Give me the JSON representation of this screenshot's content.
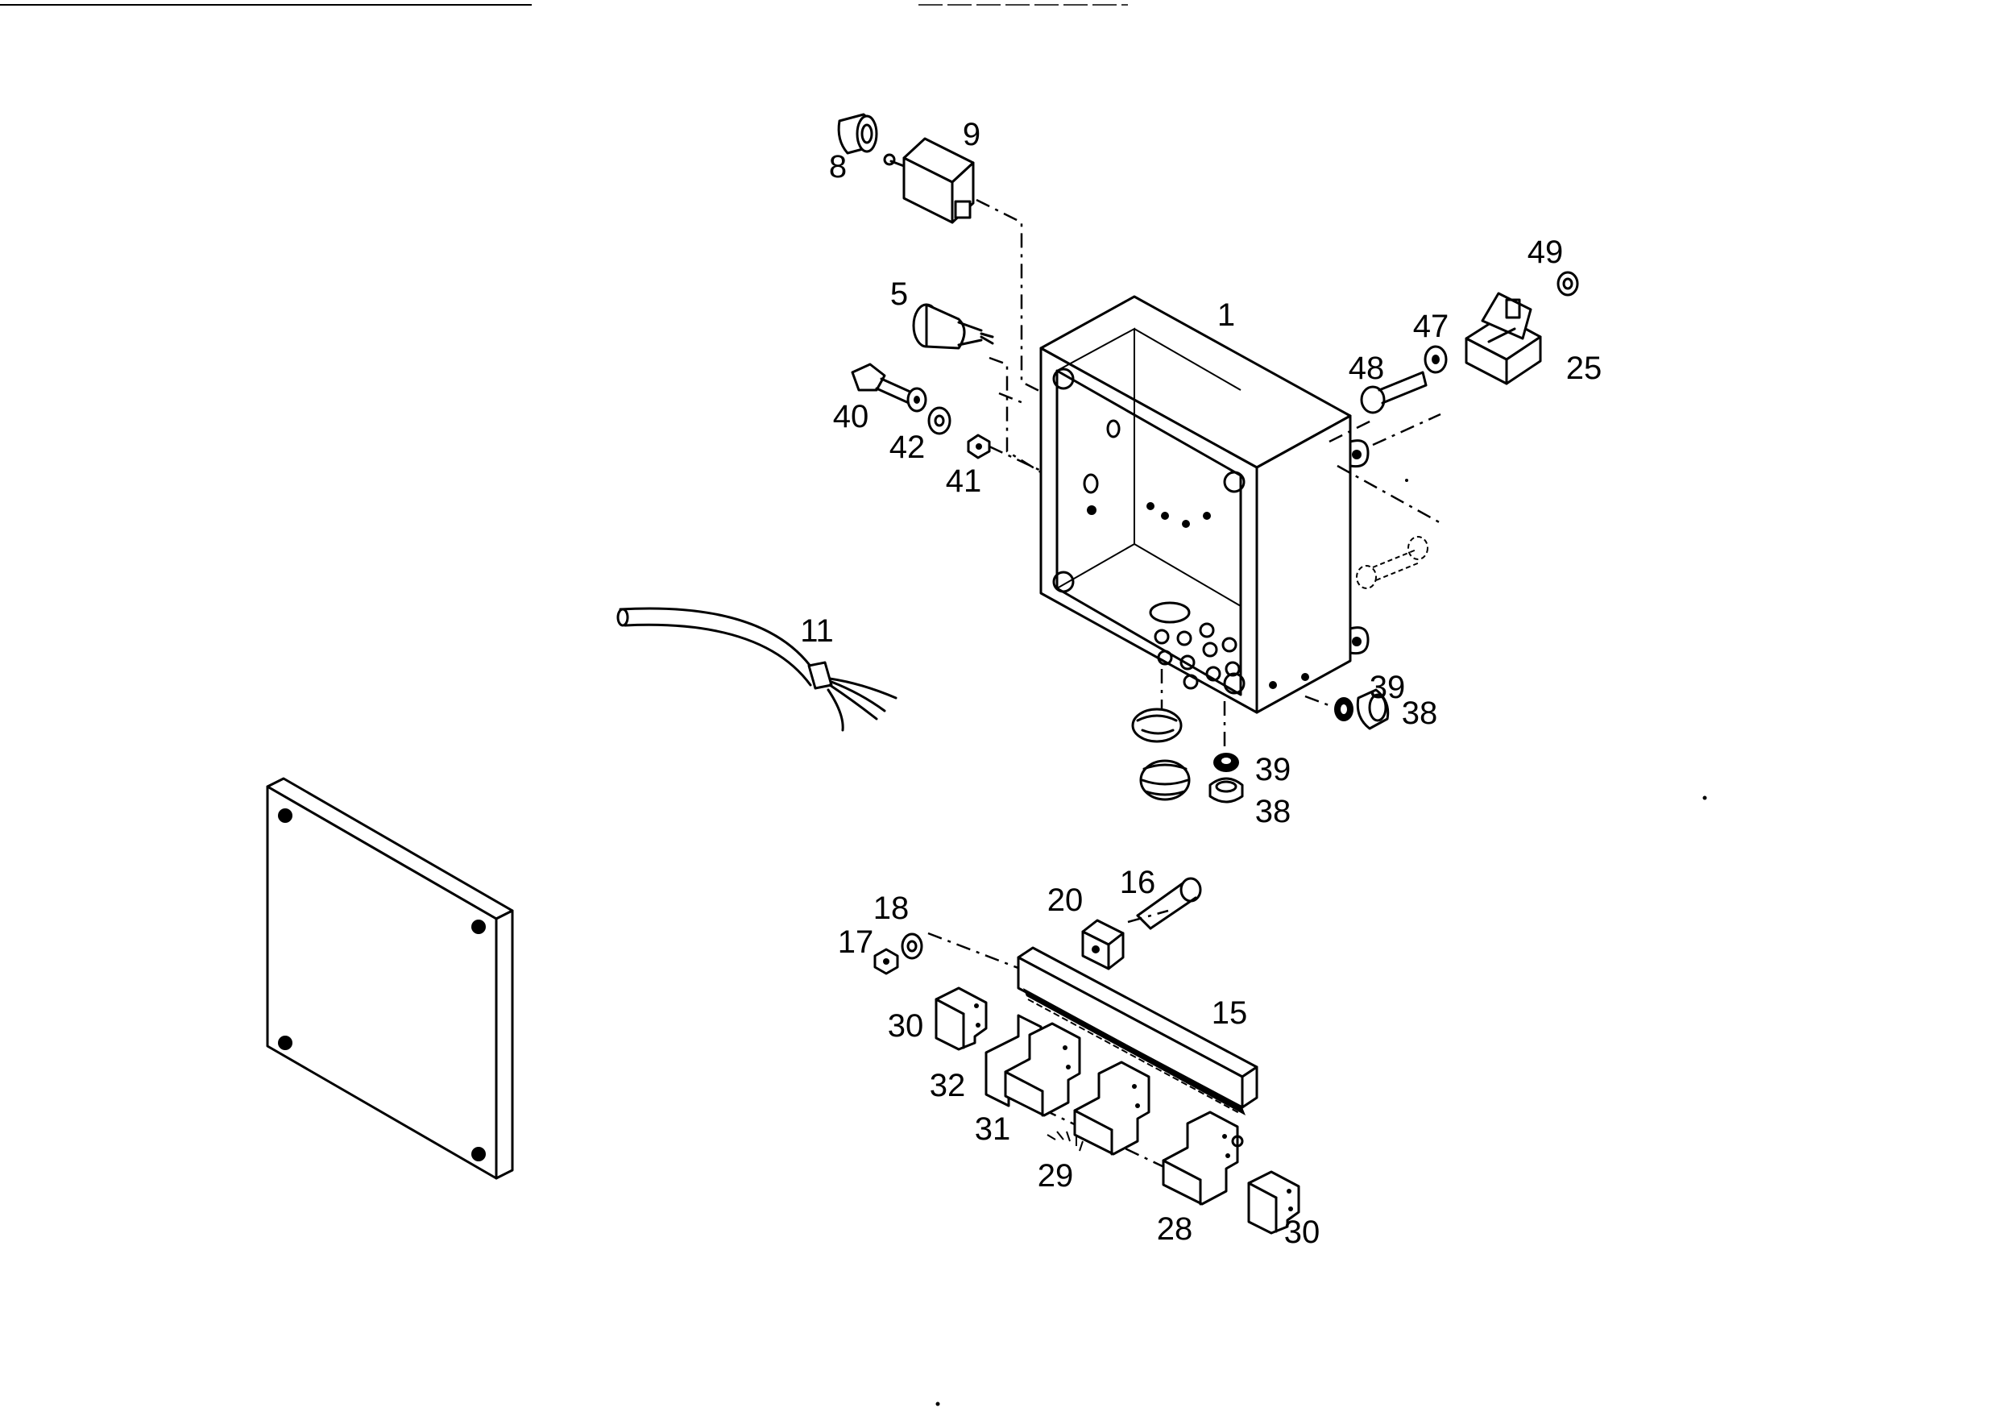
{
  "labels": {
    "p1": "1",
    "p5": "5",
    "p8": "8",
    "p9": "9",
    "p11": "11",
    "p15": "15",
    "p16": "16",
    "p17": "17",
    "p18": "18",
    "p20": "20",
    "p25": "25",
    "p28": "28",
    "p29": "29",
    "p30a": "30",
    "p30b": "30",
    "p31": "31",
    "p32": "32",
    "p38a": "38",
    "p38b": "38",
    "p39a": "39",
    "p39b": "39",
    "p40": "40",
    "p41": "41",
    "p42": "42",
    "p47": "47",
    "p48": "48",
    "p49": "49"
  }
}
